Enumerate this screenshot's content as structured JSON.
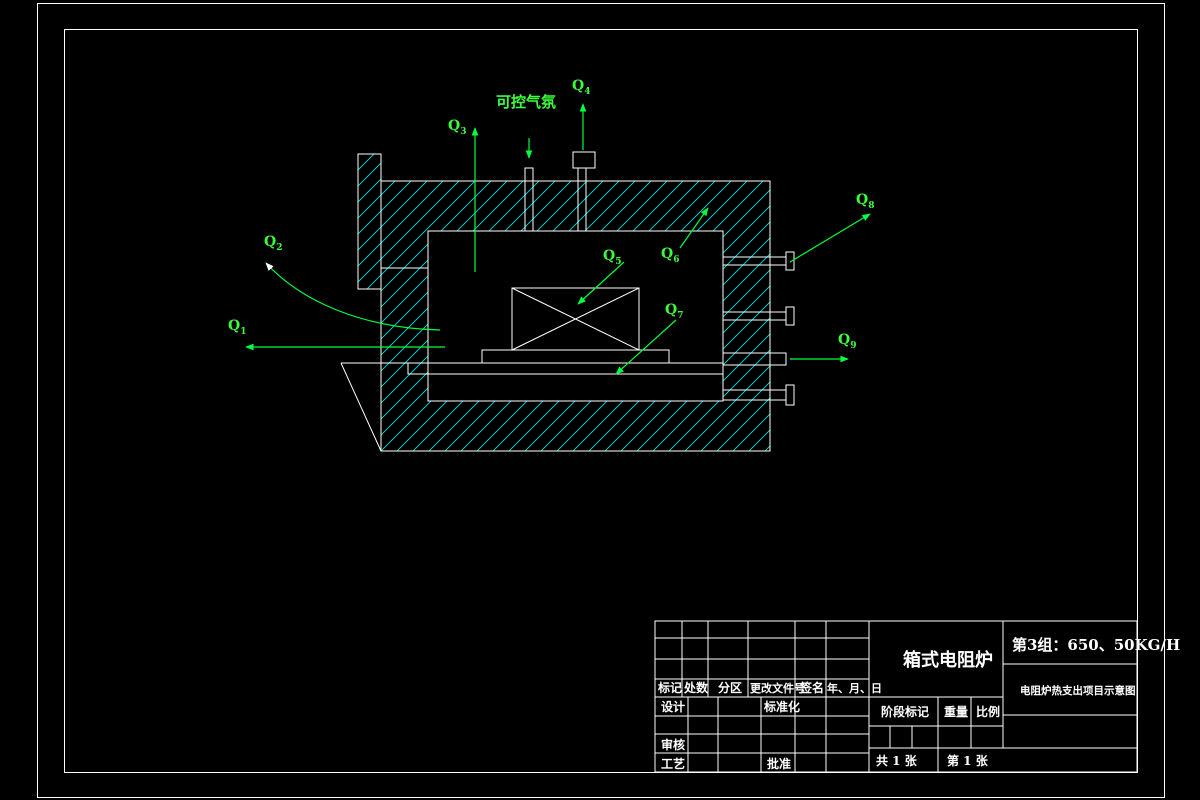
{
  "diagram": {
    "atmosphere_label": "可控气氛",
    "heat_labels": {
      "q1": {
        "main": "Q",
        "sub": "1"
      },
      "q2": {
        "main": "Q",
        "sub": "2"
      },
      "q3": {
        "main": "Q",
        "sub": "3"
      },
      "q4": {
        "main": "Q",
        "sub": "4"
      },
      "q5": {
        "main": "Q",
        "sub": "5"
      },
      "q6": {
        "main": "Q",
        "sub": "6"
      },
      "q7": {
        "main": "Q",
        "sub": "7"
      },
      "q8": {
        "main": "Q",
        "sub": "8"
      },
      "q9": {
        "main": "Q",
        "sub": "9"
      }
    }
  },
  "title_block": {
    "main_title": "箱式电阻炉",
    "group": "第3组：650、50KG/H",
    "subtitle": "电阻炉热支出项目示意图",
    "headers": {
      "mark": "标记",
      "count": "处数",
      "zone": "分区",
      "change_doc": "更改文件号",
      "signature": "签名",
      "date": "年、月、日"
    },
    "rows": {
      "design": "设计",
      "standardize": "标准化",
      "review": "审核",
      "process": "工艺",
      "approve": "批准"
    },
    "stage_mark": "阶段标记",
    "weight": "重量",
    "scale": "比例",
    "total_sheets": "共 1 张",
    "sheet_no": "第 1 张"
  }
}
